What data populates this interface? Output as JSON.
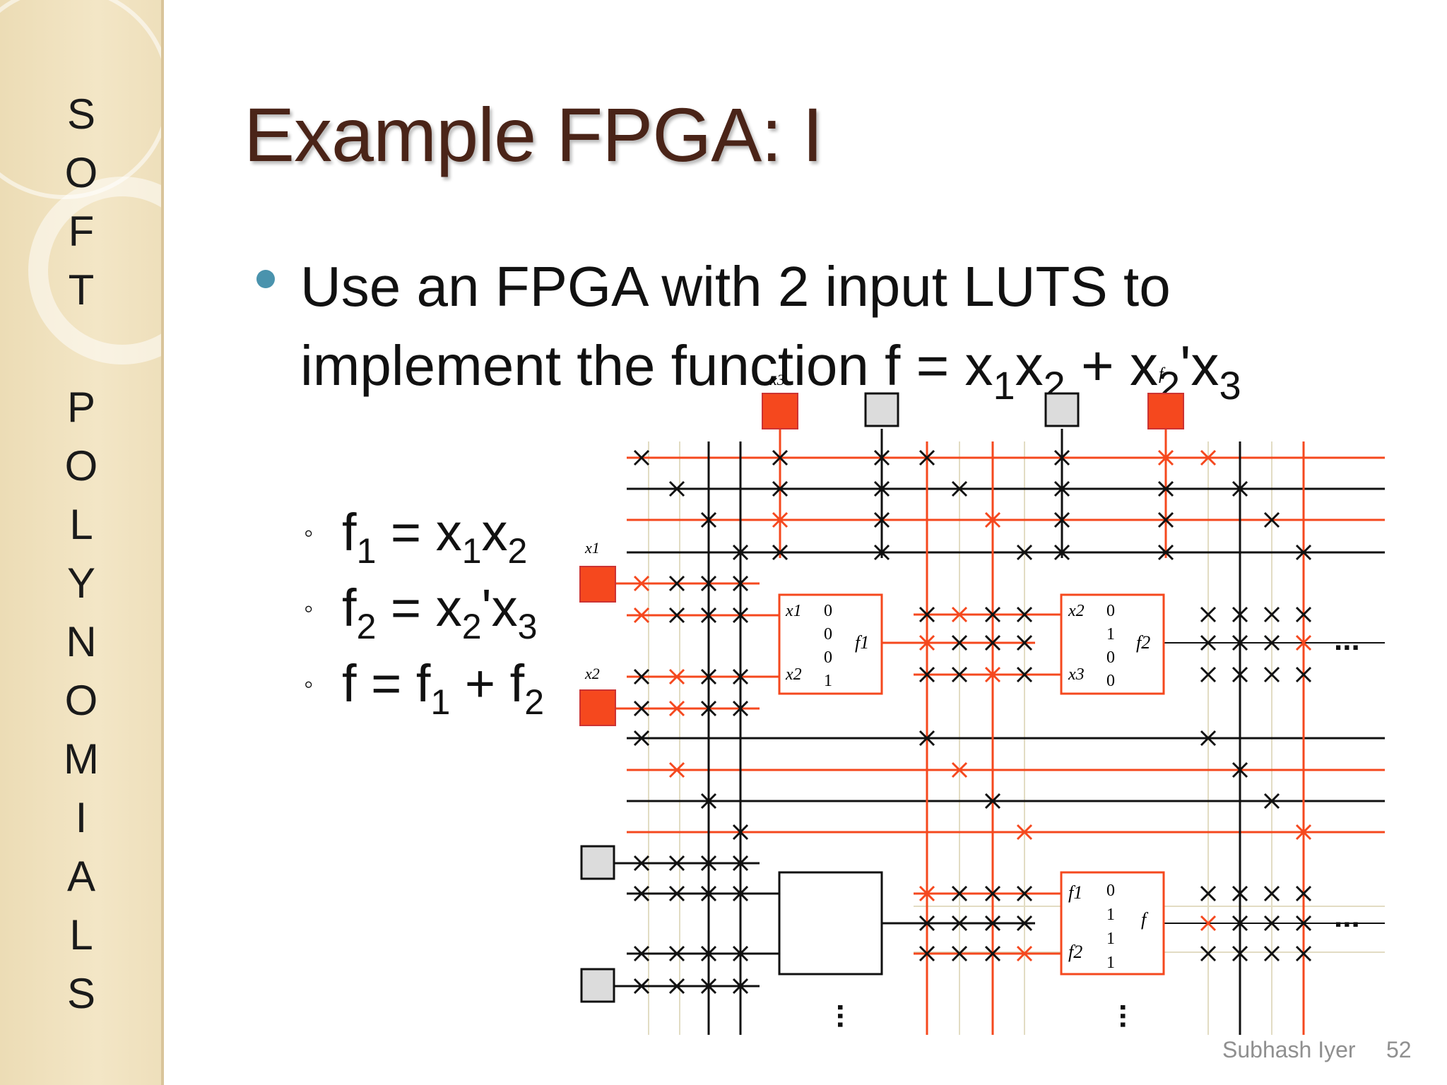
{
  "sidebar": {
    "letters": [
      "S",
      "O",
      "F",
      "T",
      "",
      "P",
      "O",
      "L",
      "Y",
      "N",
      "O",
      "M",
      "I",
      "A",
      "L",
      "S"
    ]
  },
  "title": "Example FPGA: I",
  "bullet": {
    "line1": "Use an FPGA with 2 input LUTS to",
    "line2_prefix": "implement the function f = x",
    "s1": "1",
    "x2": "x",
    "s2": "2",
    "plus": " + x",
    "s3": "2",
    "tail": "'x",
    "s4": "3"
  },
  "sub_bullets": [
    {
      "marker": "◦",
      "lhs": "f",
      "lhs_sub": "1",
      "eq": " = x",
      "a_sub": "1",
      "b": "x",
      "b_sub": "2",
      "rest": "",
      "rest_sub": ""
    },
    {
      "marker": "◦",
      "lhs": "f",
      "lhs_sub": "2",
      "eq": " = x",
      "a_sub": "2",
      "b": "'x",
      "b_sub": "3",
      "rest": "",
      "rest_sub": ""
    },
    {
      "marker": "◦",
      "lhs": "f",
      "lhs_sub": "",
      "eq": " = f",
      "a_sub": "1",
      "b": " + f",
      "b_sub": "2",
      "rest": "",
      "rest_sub": ""
    }
  ],
  "diagram": {
    "pin_labels": {
      "x3": "x3",
      "f": "f",
      "x1": "x1",
      "x2": "x2"
    },
    "lut1": {
      "in_a": "x1",
      "in_b": "x2",
      "out": "f1",
      "bits": [
        "0",
        "0",
        "0",
        "1"
      ]
    },
    "lut2": {
      "in_a": "x2",
      "in_b": "x3",
      "out": "f2",
      "bits": [
        "0",
        "1",
        "0",
        "0"
      ]
    },
    "lut3": {
      "in_a": "f1",
      "in_b": "f2",
      "out": "f",
      "bits": [
        "0",
        "1",
        "1",
        "1"
      ]
    },
    "ellipsis": "...",
    "colors": {
      "active": "#f5481e",
      "wire": "#111111",
      "faint": "#e2dcc3",
      "pin_inactive": "#dcdcdc"
    }
  },
  "footer": {
    "author": "Subhash Iyer",
    "page": "52"
  }
}
